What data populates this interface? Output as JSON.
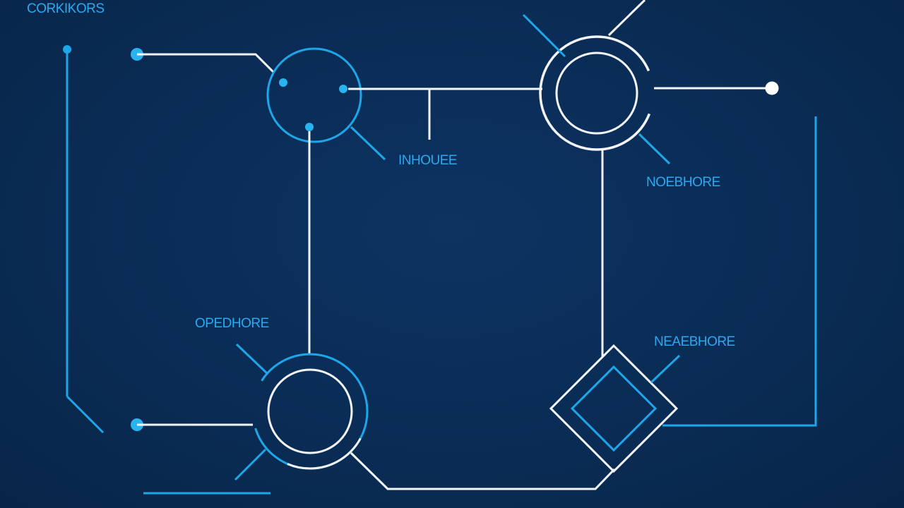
{
  "labels": {
    "top_left": "CORKIKORS",
    "center": "INHOUEE",
    "right_upper": "NOEBHORE",
    "left_lower": "OPEDHORE",
    "right_lower": "NEAEBHORE"
  },
  "colors": {
    "background": "#0b2d55",
    "white_line": "#f2f6fb",
    "blue_line": "#1ea7e8",
    "label_blue": "#2aa8f0"
  }
}
